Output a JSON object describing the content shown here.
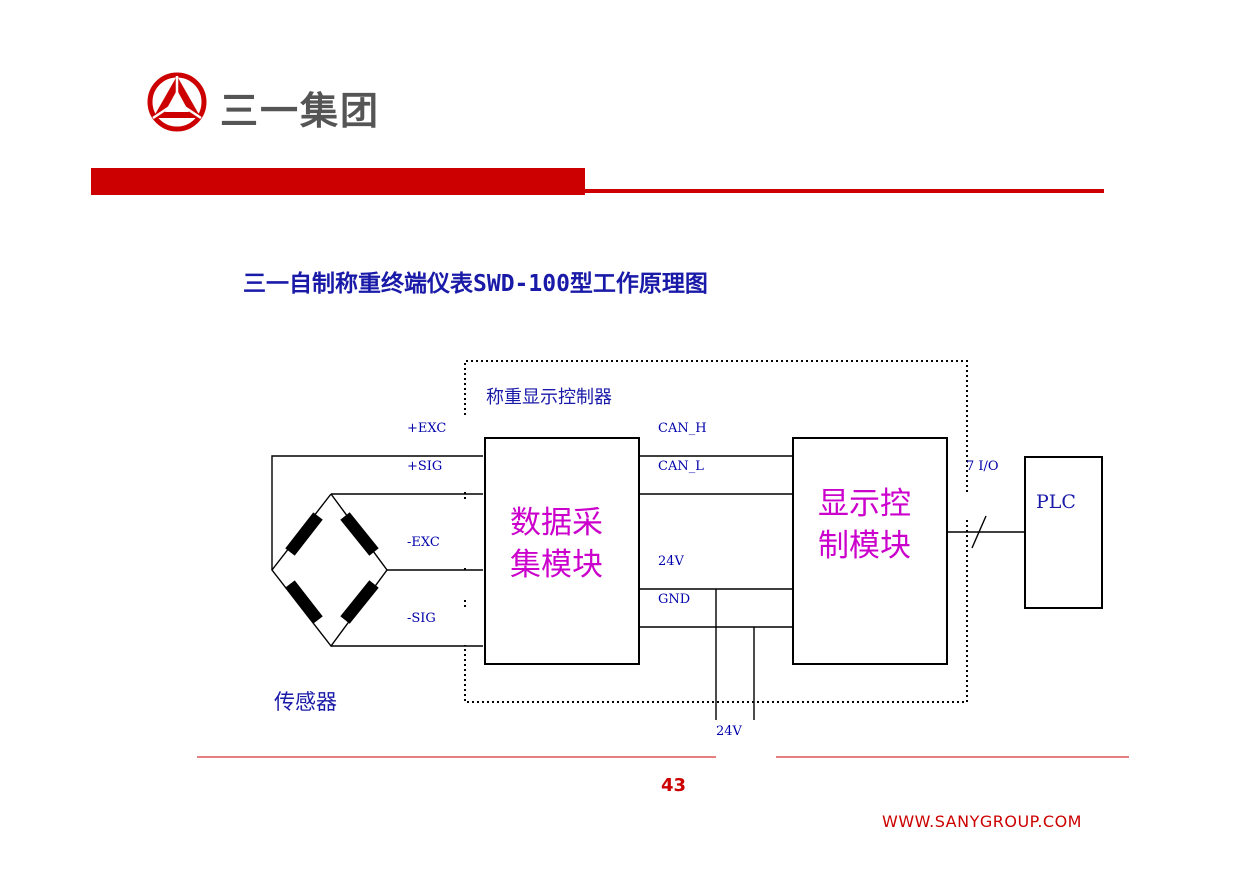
{
  "header": {
    "company_name": "三一集团",
    "logo_color": "#cc0000",
    "bar_color": "#cc0000"
  },
  "slide": {
    "title": "三一自制称重终端仪表SWD-100型工作原理图",
    "page_number": "43",
    "website": "WWW.SANYGROUP.COM"
  },
  "diagram": {
    "controller_label": "称重显示控制器",
    "sensor_label": "传感器",
    "acq_module": [
      "数据采",
      "集模块"
    ],
    "display_module": [
      "显示控",
      "制模块"
    ],
    "plc_label": "PLC",
    "io_label": "7 I/O",
    "signals": {
      "exc_pos": "+EXC",
      "sig_pos": "+SIG",
      "exc_neg": "-EXC",
      "sig_neg": "-SIG",
      "can_h": "CAN_H",
      "can_l": "CAN_L",
      "v24": "24V",
      "gnd": "GND",
      "v24_ext": "24V"
    }
  }
}
